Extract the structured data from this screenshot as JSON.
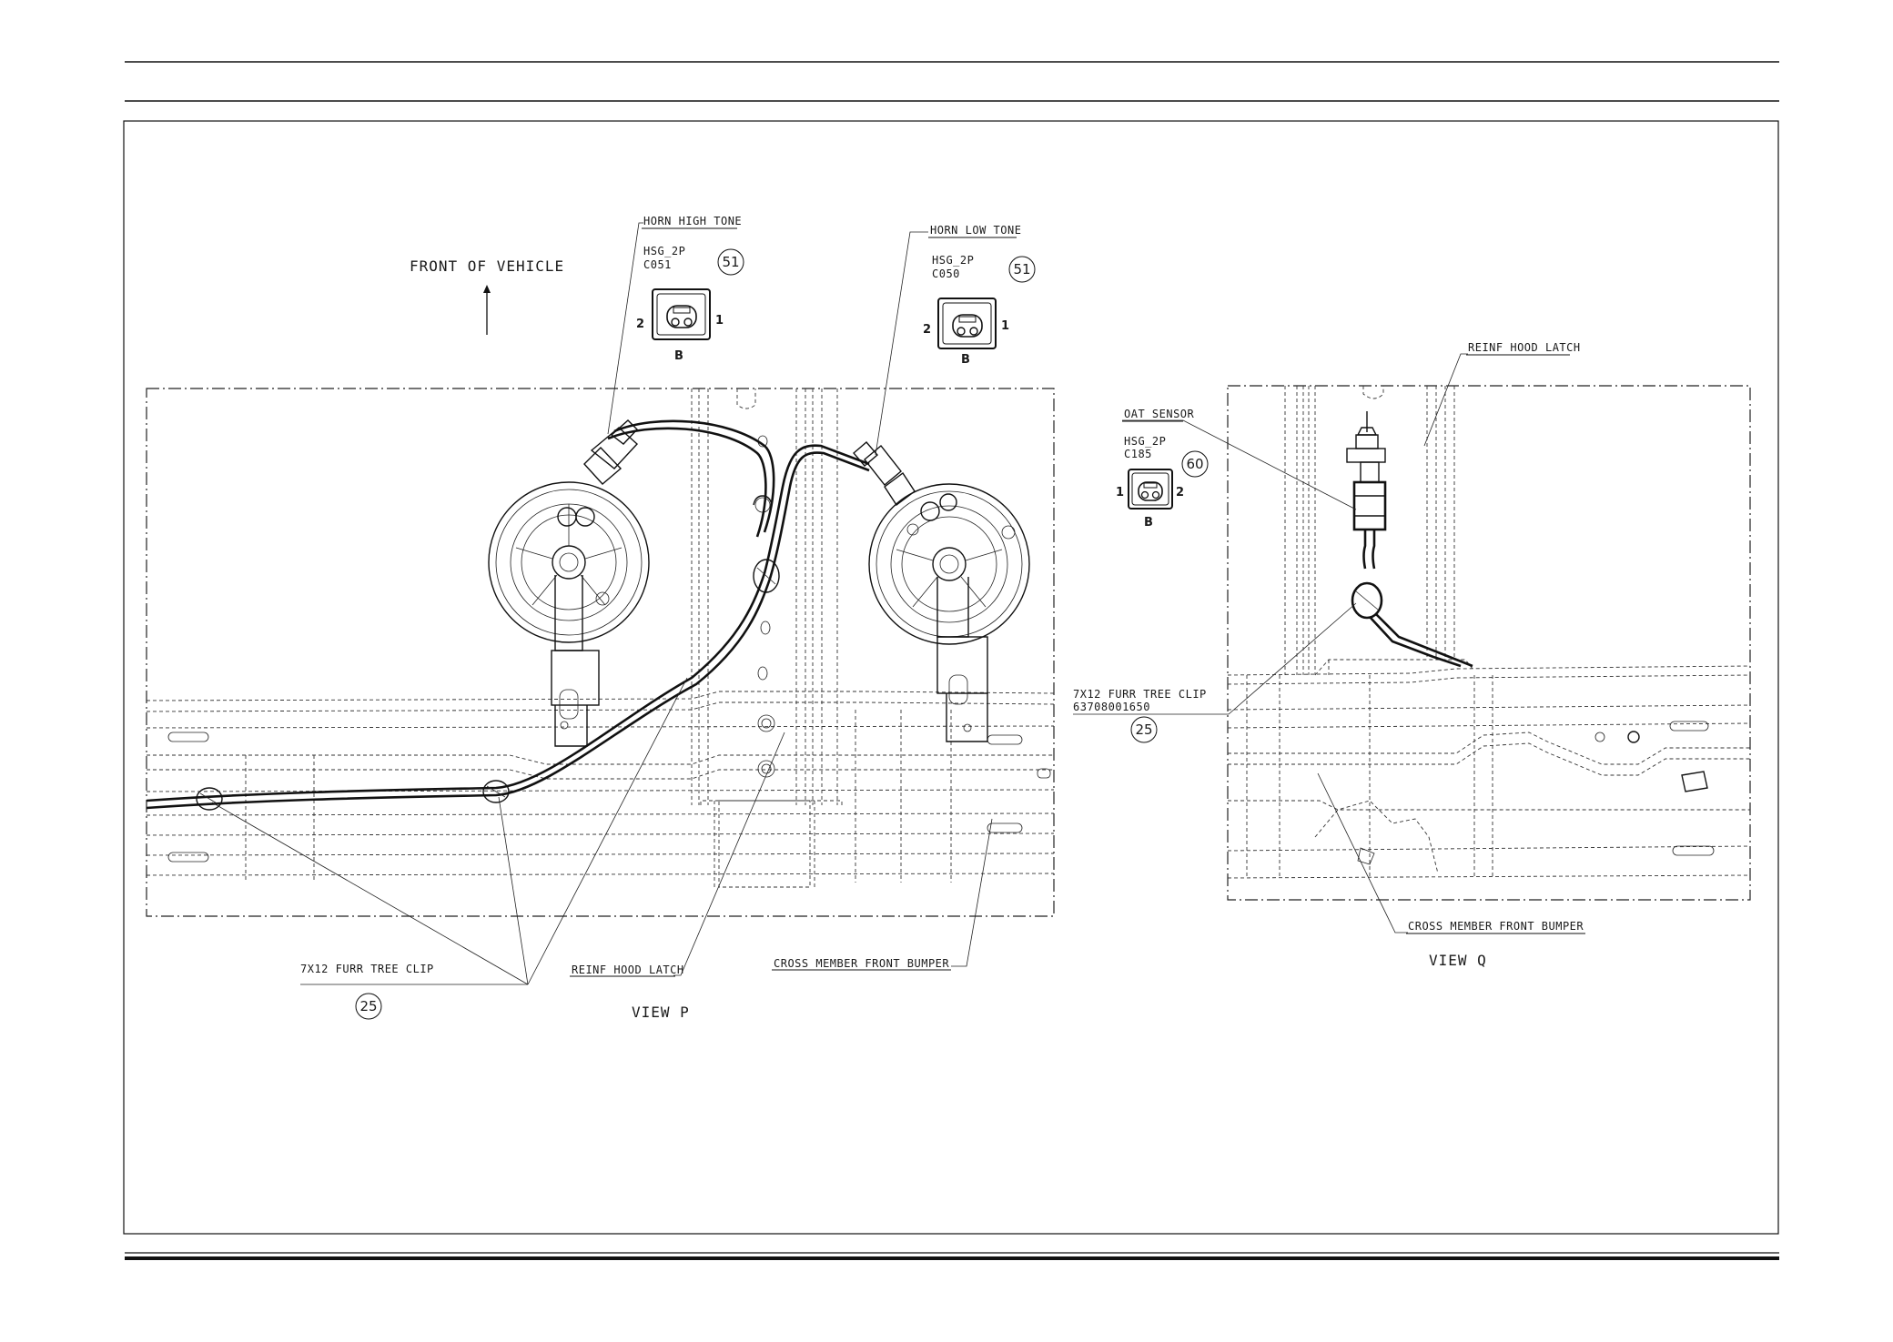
{
  "front_of_vehicle": "FRONT OF VEHICLE",
  "view_p": {
    "title": "VIEW P",
    "horn_high": {
      "label": "HORN HIGH TONE",
      "type": "HSG_2P",
      "code": "C051",
      "callout": "51",
      "pin_left": "2",
      "pin_right": "1",
      "side": "B"
    },
    "horn_low": {
      "label": "HORN LOW TONE",
      "type": "HSG_2P",
      "code": "C050",
      "callout": "51",
      "pin_left": "2",
      "pin_right": "1",
      "side": "B"
    },
    "clip_label": "7X12  FURR TREE CLIP",
    "clip_callout": "25",
    "reinf_label": "REINF HOOD LATCH",
    "cross_label": "CROSS MEMBER FRONT BUMPER"
  },
  "view_q": {
    "title": "VIEW Q",
    "reinf_label": "REINF HOOD LATCH",
    "oat": {
      "label": "OAT SENSOR",
      "type": "HSG_2P",
      "code": "C185",
      "callout": "60",
      "pin_left": "1",
      "pin_right": "2",
      "side": "B"
    },
    "clip_label": "7X12 FURR TREE CLIP",
    "clip_part": "63708001650",
    "clip_callout": "25",
    "cross_label": "CROSS MEMBER FRONT BUMPER"
  }
}
